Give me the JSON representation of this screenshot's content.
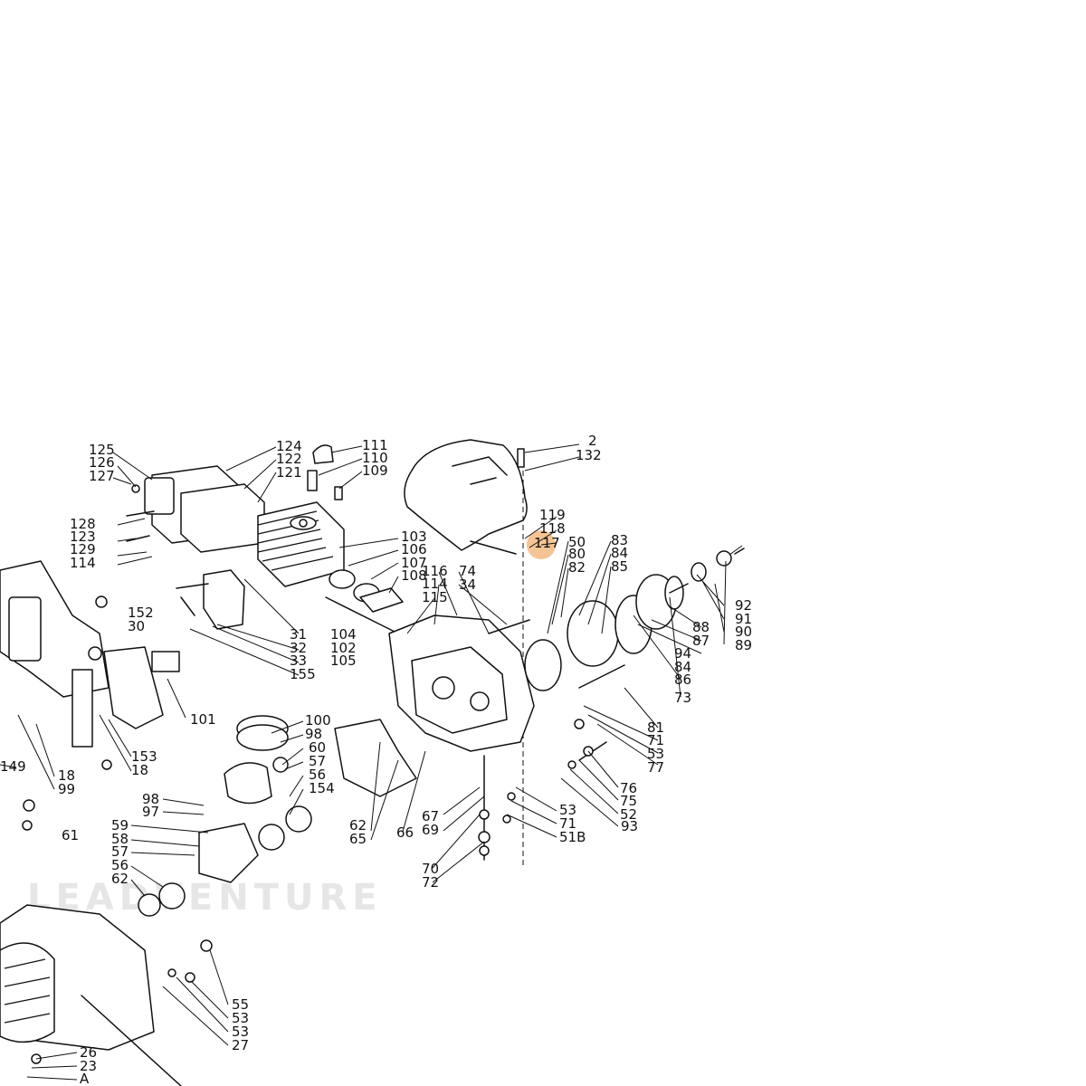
{
  "brand": {
    "watermark": "LEADVENTURE",
    "highlight_color": "#f0a45b"
  },
  "highlight": {
    "label": "117"
  },
  "part_numbers": [
    "2",
    "132",
    "111",
    "110",
    "109",
    "119",
    "118",
    "117",
    "50",
    "80",
    "82",
    "83",
    "84",
    "85",
    "103",
    "106",
    "107",
    "108",
    "116",
    "74",
    "34",
    "114",
    "115",
    "104",
    "102",
    "105",
    "124",
    "122",
    "121",
    "125",
    "126",
    "127",
    "128",
    "123",
    "129",
    "114",
    "152",
    "30",
    "31",
    "32",
    "33",
    "155",
    "101",
    "100",
    "98",
    "60",
    "57",
    "56",
    "154",
    "153",
    "18",
    "149",
    "18",
    "99",
    "98",
    "97",
    "59",
    "58",
    "57",
    "56",
    "62",
    "61",
    "62",
    "65",
    "66",
    "67",
    "69",
    "70",
    "72",
    "53",
    "71",
    "51B",
    "93",
    "92",
    "91",
    "90",
    "89",
    "88",
    "87",
    "94",
    "84",
    "86",
    "73",
    "81",
    "71",
    "53",
    "77",
    "76",
    "75",
    "52",
    "55",
    "53",
    "53",
    "27",
    "26",
    "23",
    "A"
  ]
}
